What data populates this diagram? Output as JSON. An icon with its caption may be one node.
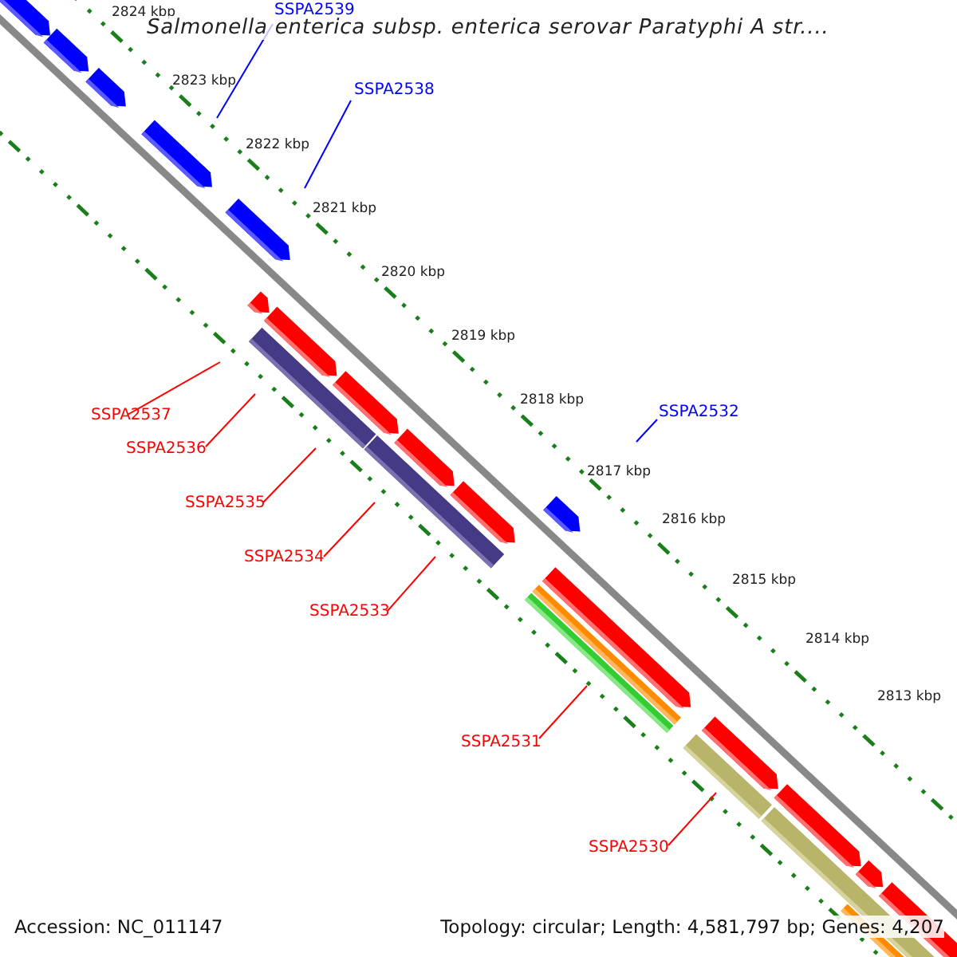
{
  "diagram": {
    "title": "Salmonella enterica subsp. enterica serovar Paratyphi A str....",
    "nodes": [
      {
        "text": [
          "SSPA2539"
        ]
      },
      {
        "text": [
          "SSPA2538"
        ]
      },
      {
        "text": [
          "SSPA2537"
        ]
      },
      {
        "text": [
          "SSPA2536"
        ]
      },
      {
        "text": [
          "SSPA2535"
        ]
      },
      {
        "text": [
          "SSPA2534"
        ]
      },
      {
        "text": [
          "SSPA2533"
        ]
      },
      {
        "text": [
          "SSPA2532"
        ]
      },
      {
        "text": [
          "SSPA2531"
        ]
      },
      {
        "text": [
          "SSPA2530"
        ]
      }
    ],
    "edges": [
      {
        "from": 0,
        "to": null,
        "arrow": "none",
        "color": "#0000ff"
      },
      {
        "from": 1,
        "to": null,
        "arrow": "none",
        "color": "#0000ff"
      },
      {
        "from": 2,
        "to": null,
        "arrow": "none"
      },
      {
        "from": 3,
        "to": null,
        "arrow": "none"
      },
      {
        "from": 4,
        "to": null,
        "arrow": "none"
      },
      {
        "from": 5,
        "to": null,
        "arrow": "none"
      },
      {
        "from": 6,
        "to": null,
        "arrow": "none"
      },
      {
        "from": 7,
        "to": null,
        "arrow": "none",
        "color": "#0000ff"
      },
      {
        "from": 8,
        "to": null,
        "arrow": "none"
      },
      {
        "from": 9,
        "to": null,
        "arrow": "none"
      }
    ],
    "labels": [
      "2824 kbp",
      "2823 kbp",
      "2822 kbp",
      "2821 kbp",
      "2820 kbp",
      "2819 kbp",
      "2818 kbp",
      "2817 kbp",
      "2816 kbp",
      "2815 kbp",
      "2814 kbp",
      "2813 kbp",
      "Accession: NC_011147",
      "Topology: circular; Length: 4,581,797 bp; Genes: 4,207"
    ]
  }
}
